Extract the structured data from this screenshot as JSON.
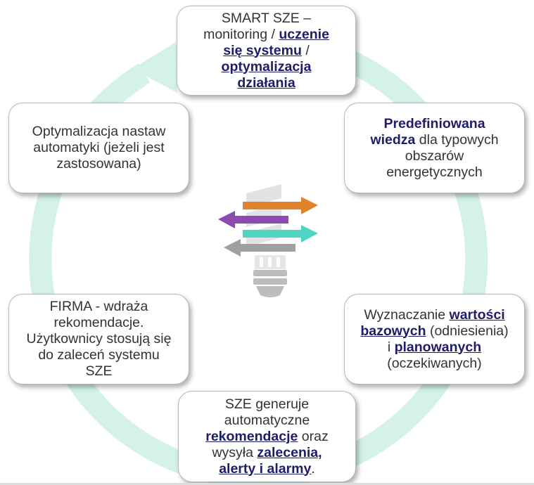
{
  "colors": {
    "cycle_ring": "#d4f1ea",
    "box_border": "#b7b7b7",
    "text": "#333333",
    "emphasis": "#1d1d6b",
    "arrow_orange": "#e2822b",
    "arrow_purple": "#8c4bb0",
    "arrow_teal": "#4fd6c0",
    "arrow_gray": "#a0a0a0"
  },
  "icon": "lightbulb-arrows-icon",
  "boxes": {
    "top": {
      "line1": "SMART SZE –",
      "line2a": "monitoring / ",
      "line2b": "uczenie",
      "line3a": "się systemu",
      "line3b": " /",
      "line4": "optymalizacja",
      "line5": "działania"
    },
    "right1": {
      "line1": "Predefiniowana",
      "line2a": "wiedza",
      "line2b": " dla typowych",
      "line3": "obszarów",
      "line4": "energetycznych"
    },
    "right2": {
      "line1a": "Wyznaczanie ",
      "line1b": "wartości",
      "line2a": "bazowych",
      "line2b": " (odniesienia)",
      "line3a": "i  ",
      "line3b": "planowanych",
      "line4": "(oczekiwanych)"
    },
    "bottom": {
      "line1": "SZE generuje",
      "line2": "automatyczne",
      "line3a": "rekomendacje",
      "line3b": " oraz",
      "line4a": "wysyła ",
      "line4b": "zalecenia,",
      "line5a": "alerty i alarmy",
      "line5b": "."
    },
    "left2": {
      "line1": "FIRMA - wdraża",
      "line2": "rekomendacje.",
      "line3": "Użytkownicy stosują się",
      "line4": "do  zaleceń systemu",
      "line5": "SZE"
    },
    "left1": {
      "line1": "Optymalizacja nastaw",
      "line2": "automatyki (jeżeli jest",
      "line3": "zastosowana)"
    }
  }
}
